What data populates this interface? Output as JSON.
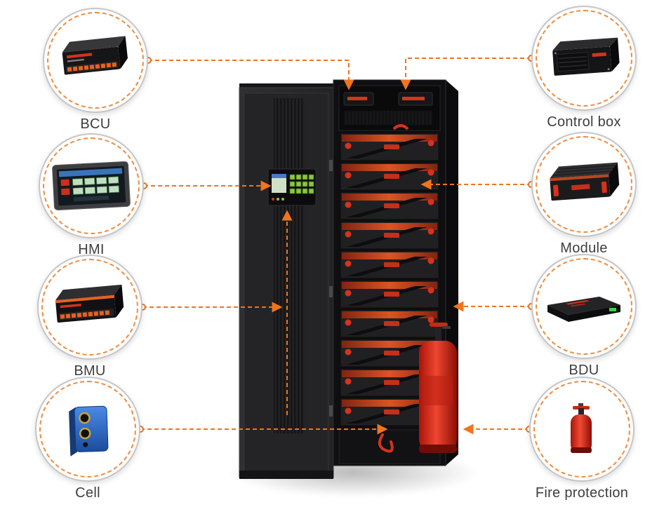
{
  "diagram": {
    "type": "battery-energy-storage-system-component-diagram",
    "accent_color": "#f0741f",
    "label_color": "#3e3e3e",
    "alarm_red": "#d6321c",
    "cell_blue": "#2f6fd0",
    "cabinet_dark": "#1a1a1c"
  },
  "components_left": [
    {
      "id": "bcu",
      "label": "BCU"
    },
    {
      "id": "hmi",
      "label": "HMI"
    },
    {
      "id": "bmu",
      "label": "BMU"
    },
    {
      "id": "cell",
      "label": "Cell"
    }
  ],
  "components_right": [
    {
      "id": "control-box",
      "label": "Control box"
    },
    {
      "id": "module",
      "label": "Module"
    },
    {
      "id": "bdu",
      "label": "BDU"
    },
    {
      "id": "fire-protection",
      "label": "Fire protection"
    }
  ]
}
